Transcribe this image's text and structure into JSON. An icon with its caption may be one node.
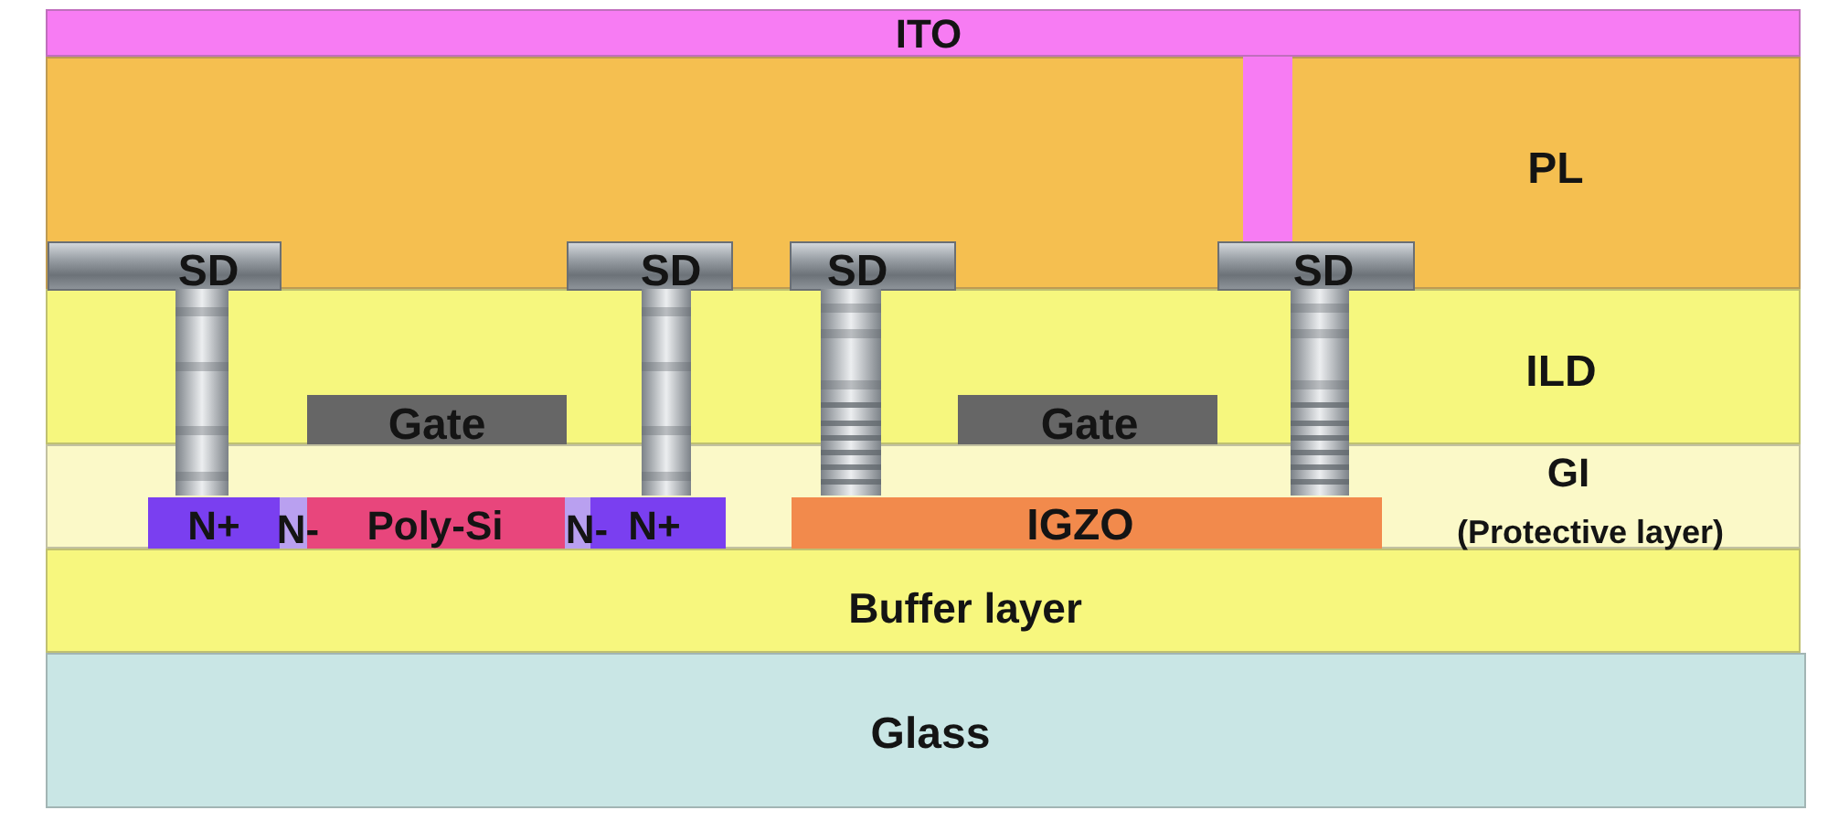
{
  "diagram": {
    "nodes": [
      {
        "text": [
          "ITO"
        ]
      },
      {
        "text": [
          "PL"
        ]
      },
      {
        "text": [],
        "shape": "bar",
        "in": 1
      },
      {
        "text": [
          "SD"
        ],
        "in": 1
      },
      {
        "text": [
          "SD"
        ],
        "in": 1
      },
      {
        "text": [
          "SD"
        ],
        "in": 1
      },
      {
        "text": [
          "SD"
        ],
        "in": 1
      },
      {
        "text": [
          "ILD"
        ]
      },
      {
        "text": [
          "Gate"
        ],
        "in": 7
      },
      {
        "text": [
          "Gate"
        ],
        "in": 7
      },
      {
        "text": [
          "GI",
          "(Protective layer)"
        ]
      },
      {
        "text": [
          "N+",
          "N-",
          "Poly-Si",
          "N-",
          "N+"
        ],
        "in": 10
      },
      {
        "text": [
          "IGZO"
        ],
        "in": 10
      },
      {
        "text": [
          "Buffer layer"
        ]
      },
      {
        "text": [
          "Glass"
        ]
      }
    ]
  }
}
